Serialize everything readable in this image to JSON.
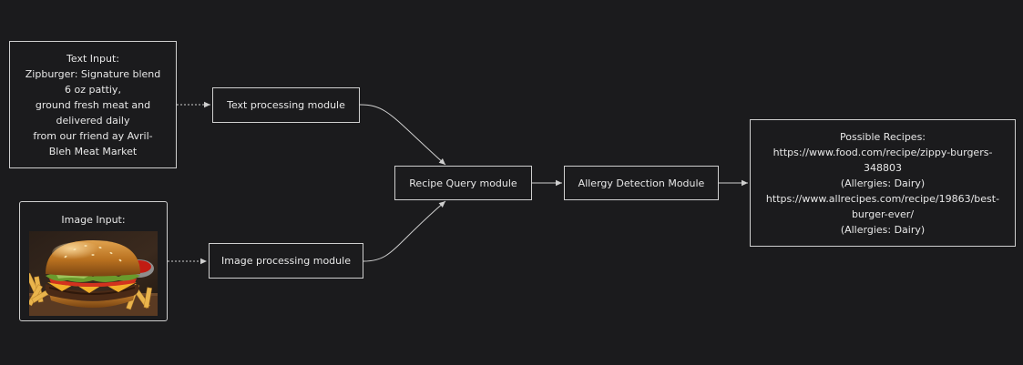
{
  "nodes": {
    "text_input": {
      "lines": [
        "Text Input:",
        "Zipburger: Signature blend",
        "6 oz pattiy,",
        "ground fresh meat and",
        "delivered daily",
        "from our friend ay Avril-",
        "Bleh Meat Market"
      ]
    },
    "text_processing": {
      "label": "Text processing module"
    },
    "image_input": {
      "label": "Image Input:",
      "image": "burger-photo"
    },
    "image_processing": {
      "label": "Image processing module"
    },
    "recipe_query": {
      "label": "Recipe Query module"
    },
    "allergy_detection": {
      "label": "Allergy Detection Module"
    },
    "possible_recipes": {
      "lines": [
        "Possible Recipes:",
        "https://www.food.com/recipe/zippy-burgers-",
        "348803",
        "(Allergies: Dairy)",
        "https://www.allrecipes.com/recipe/19863/best-",
        "burger-ever/",
        "(Allergies: Dairy)"
      ]
    }
  },
  "colors": {
    "background": "#1b1b1d",
    "stroke": "#cfcfcf",
    "text": "#e8e8e8"
  }
}
